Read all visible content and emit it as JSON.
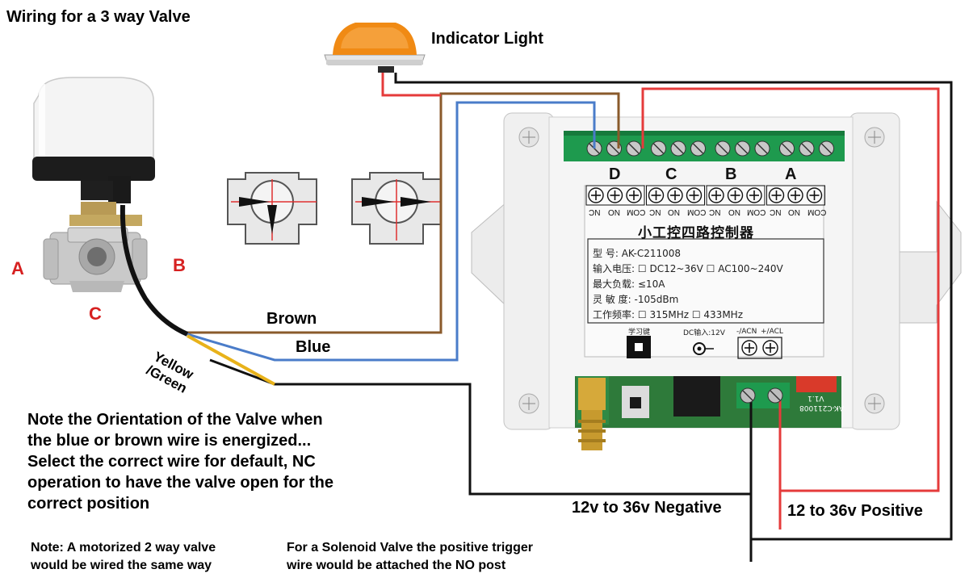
{
  "title": "Wiring for a 3 way Valve",
  "indicator_label": "Indicator Light",
  "valve_ports": {
    "a": "A",
    "b": "B",
    "c": "C"
  },
  "wire_labels": {
    "brown": "Brown",
    "blue": "Blue",
    "yellow_green_line1": "Yellow",
    "yellow_green_line2": "/Green"
  },
  "notes": {
    "orientation": [
      "Note the Orientation of the Valve when",
      "the blue or brown wire is energized...",
      "Select the correct wire for default, NC",
      "operation to have the valve open for the",
      "correct position"
    ],
    "two_way": [
      "Note: A motorized 2 way valve",
      "would be wired the same way"
    ],
    "solenoid": [
      "For a Solenoid Valve the positive trigger",
      "wire would be attached the NO post"
    ]
  },
  "power_labels": {
    "negative": "12v to 36v Negative",
    "positive": "12 to 36v Positive"
  },
  "controller": {
    "channels": [
      "D",
      "C",
      "B",
      "A"
    ],
    "terminal_labels": [
      "NC",
      "NO",
      "COM",
      "NC",
      "NO",
      "COM",
      "NC",
      "NO",
      "COM",
      "NC",
      "NO",
      "COM"
    ],
    "title": "小工控四路控制器",
    "specs": [
      {
        "label": "型      号:",
        "value": "AK-C211008"
      },
      {
        "label": "输入电压:",
        "value": "☐ DC12~36V   ☐ AC100~240V"
      },
      {
        "label": "最大负载:",
        "value": "≤10A"
      },
      {
        "label": "灵  敏  度:",
        "value": "-105dBm"
      },
      {
        "label": "工作频率:",
        "value": "☐ 315MHz    ☐ 433MHz"
      }
    ],
    "learn_key_label": "学习键",
    "dc_input_label": "DC输入:12V",
    "power_terminal_labels": [
      "-/ACN",
      "+/ACL"
    ],
    "board_text": [
      "AK-C211008",
      "V1.1"
    ]
  },
  "colors": {
    "brown": "#8a5a2b",
    "blue": "#4a7cc9",
    "black": "#111111",
    "red": "#e53b3b",
    "yellow": "#e8b21a",
    "orange": "#f08a14",
    "terminal_green": "#1e9a4e"
  }
}
